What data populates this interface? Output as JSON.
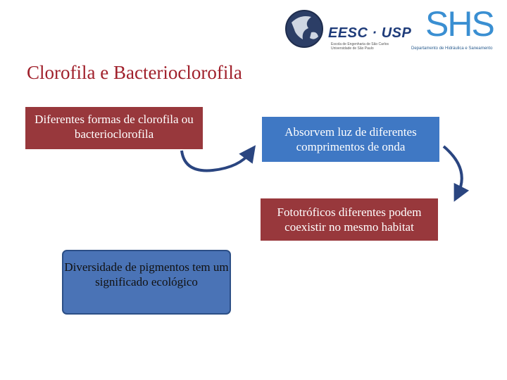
{
  "header": {
    "logo_left": {
      "name": "EESC · USP",
      "subtitle": "Escola de Engenharia de São Carlos Universidade de São Paulo"
    },
    "logo_right": {
      "name": "SHS",
      "subtitle": "Departamento de Hidráulica e Saneamento"
    }
  },
  "slide": {
    "title": "Clorofila e Bacterioclorofila",
    "boxes": {
      "formas": "Diferentes formas de clorofila ou bacterioclorofila",
      "absorvem": "Absorvem luz de diferentes comprimentos de onda",
      "fototroficos": "Fototróficos diferentes podem coexistir no mesmo habitat",
      "diversidade": "Diversidade de pigmentos tem um significado ecológico"
    }
  },
  "colors": {
    "title": "#a0202b",
    "red_box": "#98383c",
    "blue_box": "#3f78c4",
    "arrow": "#2a4580"
  }
}
